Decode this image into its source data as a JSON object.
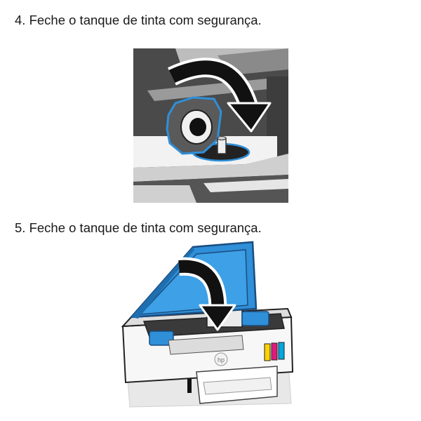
{
  "steps": [
    {
      "number": "4.",
      "title": "4. Feche o tanque de tinta com segurança.",
      "illustration": "ink-tank-cap-closing-icon"
    },
    {
      "number": "5.",
      "title": "5. Feche o tanque de tinta com segurança.",
      "illustration": "printer-lid-closing-icon"
    }
  ],
  "colors": {
    "accent_blue": "#2f8fd8",
    "dark_gray": "#4a4a4a",
    "light_gray": "#d9d9d9",
    "ink_cyan": "#00a9e0",
    "ink_magenta": "#e0197d",
    "ink_yellow": "#ffd200",
    "ink_black": "#111111"
  },
  "printer": {
    "brand": "hp"
  }
}
